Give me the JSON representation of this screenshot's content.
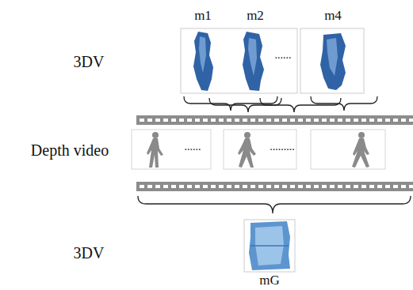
{
  "diagram": {
    "labels": [
      "3DV",
      "m1",
      "m2",
      "......",
      "m4",
      "Depth video",
      "......",
      ".........",
      "3DV",
      "mG"
    ]
  }
}
